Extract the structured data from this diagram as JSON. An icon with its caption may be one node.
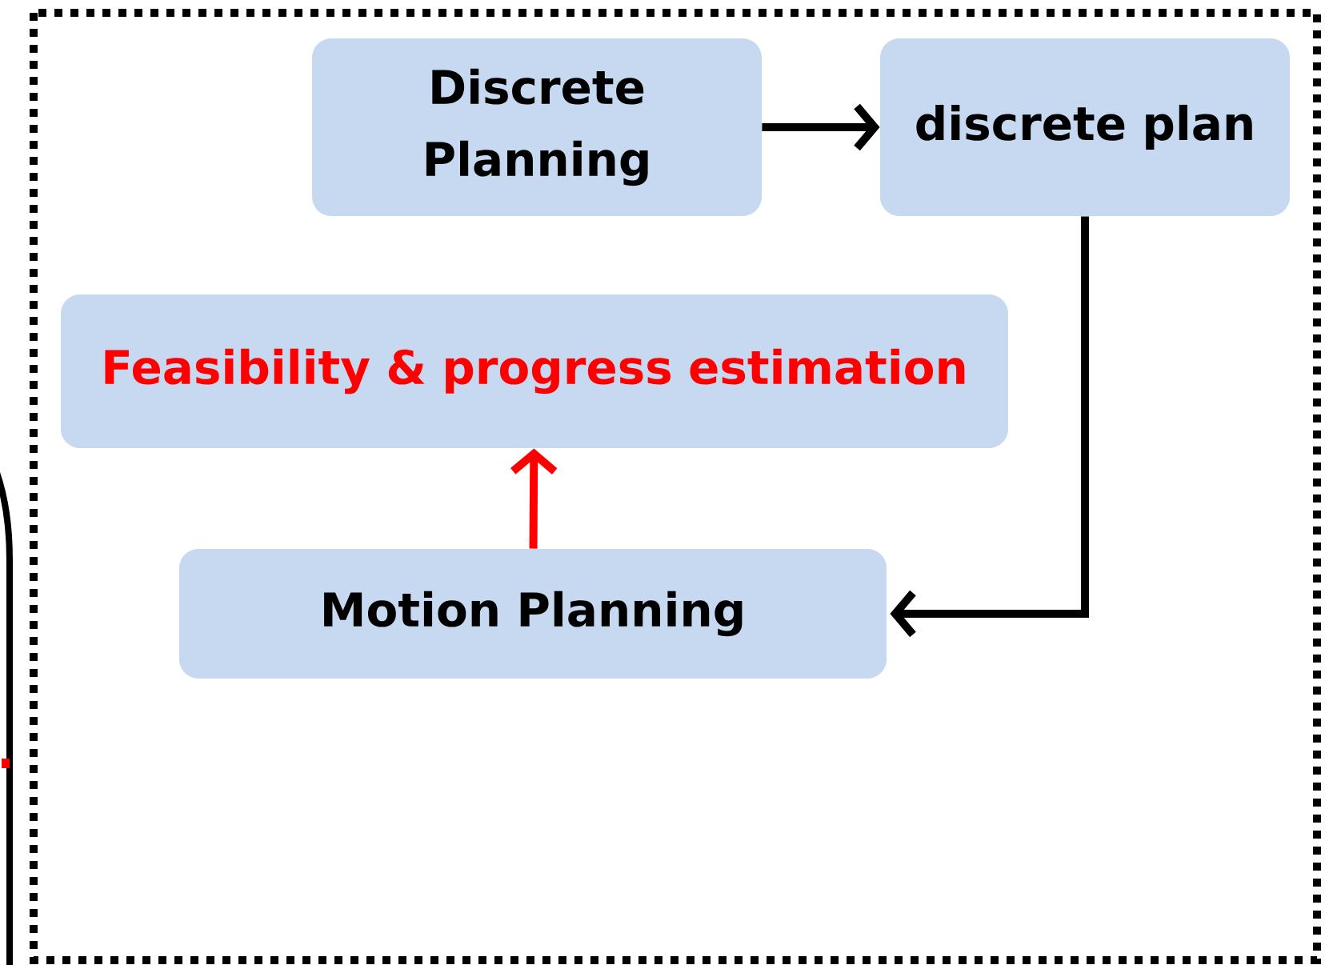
{
  "diagram": {
    "nodes": [
      {
        "text": [
          "Discrete Planning"
        ]
      },
      {
        "text": [
          "discrete plan"
        ]
      },
      {
        "text": [
          "Feasibility & progress estimation"
        ]
      },
      {
        "text": [
          "Motion Planning"
        ]
      }
    ],
    "edges": [
      {
        "from": 0,
        "to": 1,
        "arrow": "to"
      },
      {
        "from": 1,
        "to": 3,
        "arrow": "to"
      },
      {
        "from": 3,
        "to": 2,
        "arrow": "to",
        "color": "#ff0000"
      }
    ]
  }
}
